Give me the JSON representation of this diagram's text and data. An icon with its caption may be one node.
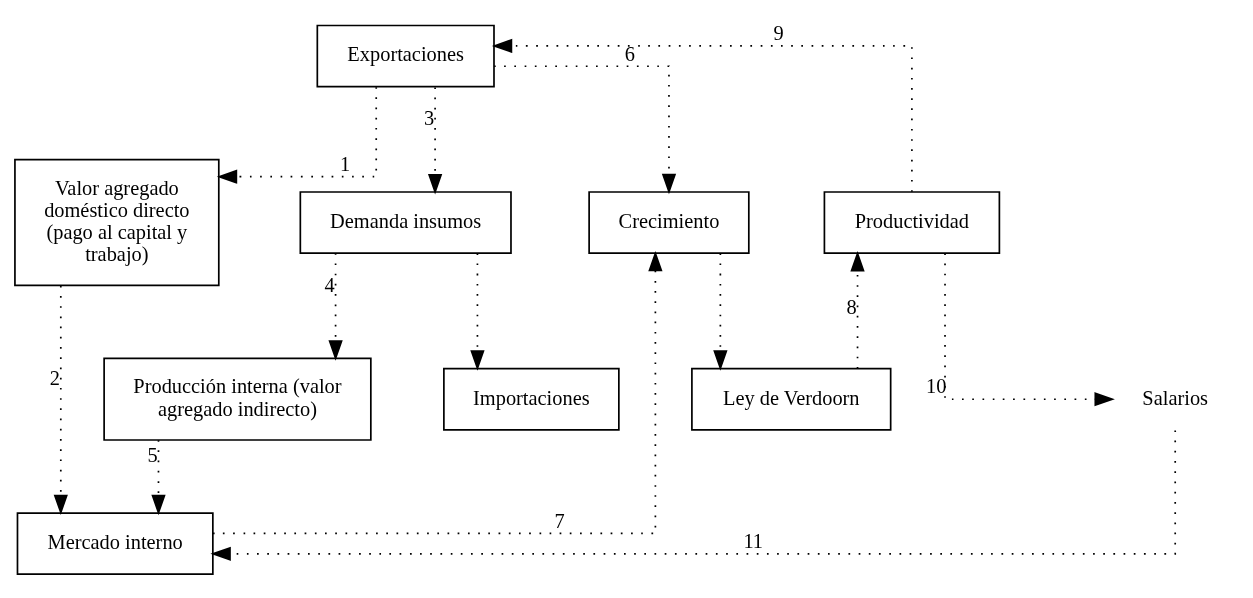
{
  "diagram": {
    "nodes": [
      {
        "text": [
          "Exportaciones"
        ]
      },
      {
        "text": [
          "Valor agregado doméstico directo (pago al capital y trabajo)"
        ]
      },
      {
        "text": [
          "Demanda insumos"
        ]
      },
      {
        "text": [
          "Crecimiento"
        ]
      },
      {
        "text": [
          "Productividad"
        ]
      },
      {
        "text": [
          "Producción interna (valor agregado indirecto)"
        ]
      },
      {
        "text": [
          "Importaciones"
        ]
      },
      {
        "text": [
          "Ley de Verdoorn"
        ]
      },
      {
        "text": [
          "Mercado interno"
        ]
      },
      {
        "text": [
          "Salarios"
        ]
      }
    ],
    "edges": [
      {
        "from": 0,
        "to": 1,
        "arrow": "to",
        "label": "1"
      },
      {
        "from": 1,
        "to": 8,
        "arrow": "to",
        "label": "2"
      },
      {
        "from": 0,
        "to": 2,
        "arrow": "to",
        "label": "3"
      },
      {
        "from": 2,
        "to": 5,
        "arrow": "to",
        "label": "4"
      },
      {
        "from": 2,
        "to": 6,
        "arrow": "to"
      },
      {
        "from": 5,
        "to": 8,
        "arrow": "to",
        "label": "5"
      },
      {
        "from": 0,
        "to": 3,
        "arrow": "to",
        "label": "6"
      },
      {
        "from": 8,
        "to": 3,
        "arrow": "to",
        "label": "7"
      },
      {
        "from": 3,
        "to": 7,
        "arrow": "to"
      },
      {
        "from": 7,
        "to": 4,
        "arrow": "to",
        "label": "8"
      },
      {
        "from": 4,
        "to": 0,
        "arrow": "to",
        "label": "9"
      },
      {
        "from": 4,
        "to": 9,
        "arrow": "to",
        "label": "10"
      },
      {
        "from": 9,
        "to": 8,
        "arrow": "to",
        "label": "11"
      }
    ]
  }
}
